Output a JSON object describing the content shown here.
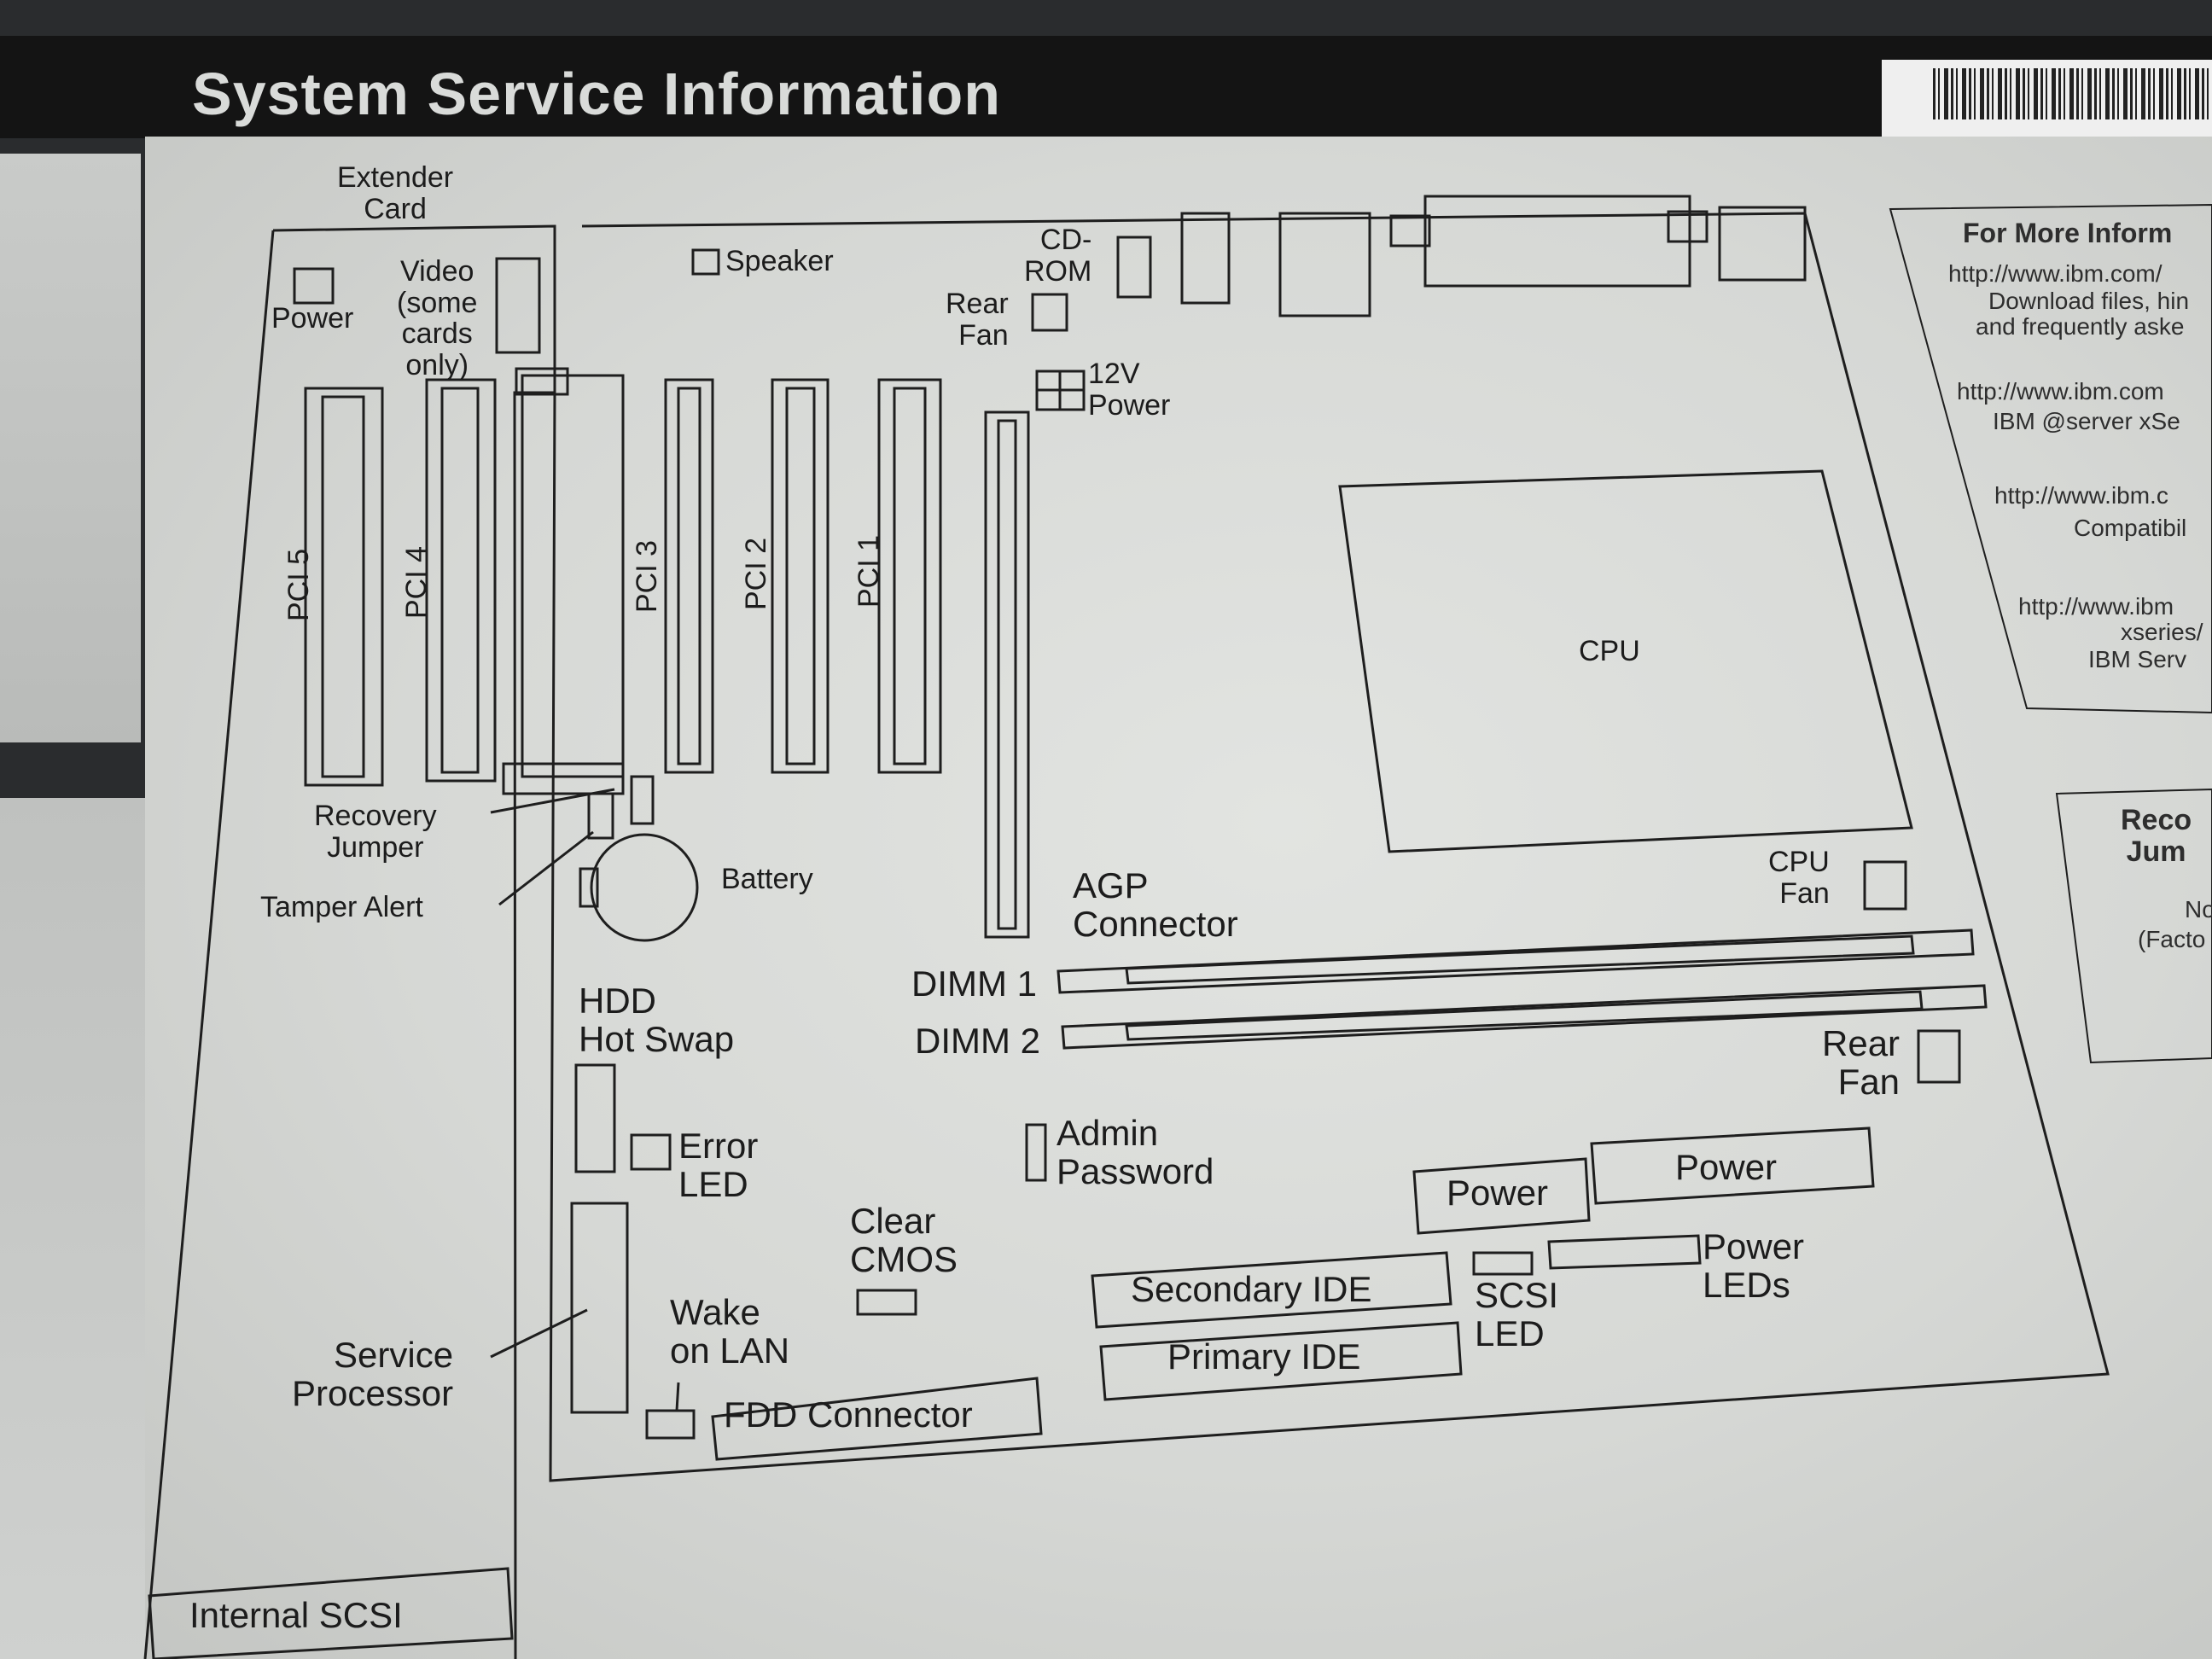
{
  "header": {
    "title": "System Service Information"
  },
  "diagram": {
    "labels": {
      "extender_card": "Extender\nCard",
      "power_extender": "Power",
      "video": "Video\n(some\ncards\nonly)",
      "speaker": "Speaker",
      "cd_rom": "CD-\nROM",
      "rear_fan_top": "Rear\nFan",
      "power_12v": "12V\nPower",
      "pci5": "PCI 5",
      "pci4": "PCI 4",
      "pci3": "PCI 3",
      "pci2": "PCI 2",
      "pci1": "PCI 1",
      "cpu": "CPU",
      "cpu_fan": "CPU\nFan",
      "recovery_jumper": "Recovery\nJumper",
      "tamper_alert": "Tamper Alert",
      "battery": "Battery",
      "agp_connector": "AGP\nConnector",
      "dimm1": "DIMM 1",
      "dimm2": "DIMM 2",
      "hdd_hot_swap": "HDD\nHot Swap",
      "rear_fan_bottom": "Rear\nFan",
      "error_led": "Error\nLED",
      "admin_password": "Admin\nPassword",
      "power_a": "Power",
      "power_b": "Power",
      "clear_cmos": "Clear\nCMOS",
      "secondary_ide": "Secondary IDE",
      "scsi_led": "SCSI\nLED",
      "power_leds": "Power\nLEDs",
      "service_processor": "Service\nProcessor",
      "wake_on_lan": "Wake\non LAN",
      "primary_ide": "Primary IDE",
      "fdd_connector": "FDD Connector",
      "internal_scsi": "Internal SCSI"
    }
  },
  "side_panel": {
    "heading": "For More Inform",
    "lines": [
      "http://www.ibm.com/",
      "Download files, hin",
      "and frequently aske",
      "http://www.ibm.com",
      "IBM @server xSe",
      "http://www.ibm.c",
      "Compatibil",
      "http://www.ibm",
      "xseries/",
      "IBM Serv"
    ]
  },
  "recovery_panel": {
    "heading": "Reco\nJum",
    "lines": [
      "No",
      "(Facto"
    ]
  }
}
